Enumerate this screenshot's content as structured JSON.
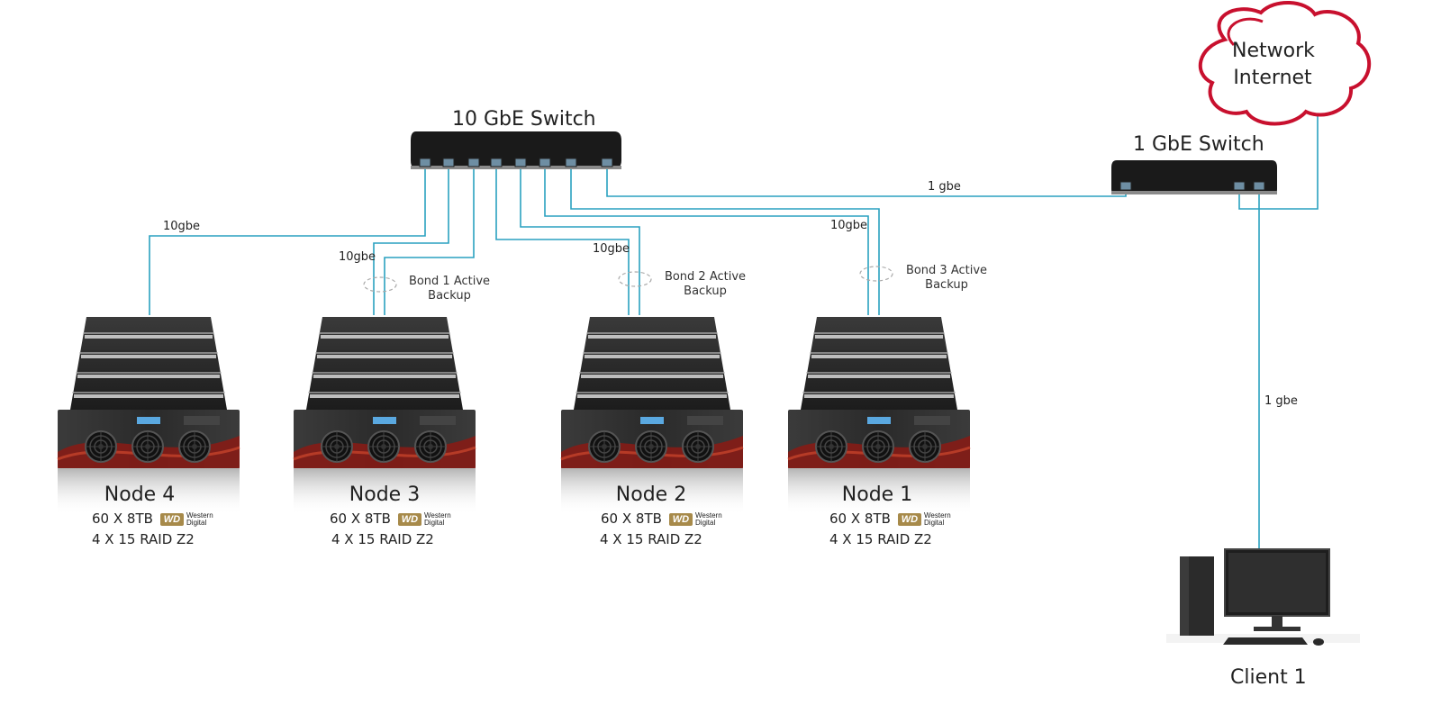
{
  "cloud": {
    "line1": "Network",
    "line2": "Internet",
    "color": "#c8102e"
  },
  "switch_10g": {
    "title": "10 GbE Switch"
  },
  "switch_1g": {
    "title": "1 GbE Switch"
  },
  "links": {
    "label_1gbe_top": "1 gbe",
    "label_1gbe_client": "1 gbe",
    "label_node4": "10gbe",
    "label_node3": "10gbe",
    "label_node2": "10gbe",
    "label_node1": "10gbe",
    "cable_color": "#2aa1c0"
  },
  "bonds": [
    {
      "line1": "Bond 1 Active",
      "line2": "Backup"
    },
    {
      "line1": "Bond 2 Active",
      "line2": "Backup"
    },
    {
      "line1": "Bond 3 Active",
      "line2": "Backup"
    }
  ],
  "nodes": [
    {
      "name": "Node 4",
      "disks": "60 X 8TB",
      "raid": "4 X 15 RAID Z2"
    },
    {
      "name": "Node 3",
      "disks": "60 X 8TB",
      "raid": "4 X 15 RAID Z2"
    },
    {
      "name": "Node 2",
      "disks": "60 X 8TB",
      "raid": "4 X 15 RAID Z2"
    },
    {
      "name": "Node 1",
      "disks": "60 X 8TB",
      "raid": "4 X 15 RAID Z2"
    }
  ],
  "brand": {
    "badge": "WD",
    "line1": "Western",
    "line2": "Digital"
  },
  "client": {
    "name": "Client 1"
  }
}
